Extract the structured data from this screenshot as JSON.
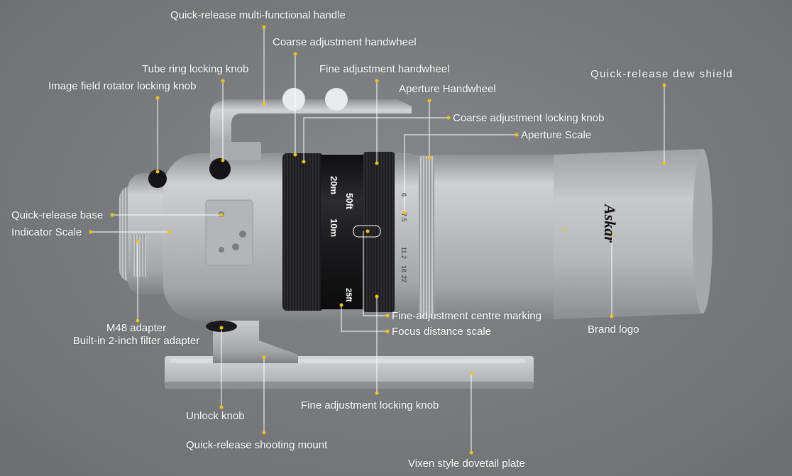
{
  "colors": {
    "background": "#7a7c80",
    "leader_dot": "#f2c21b",
    "leader_line": "#ffffff",
    "body_silver": "#b9babd",
    "ring_black": "#1c1c1e"
  },
  "product": {
    "brand_logo_text": "Askar",
    "focus_marks": [
      "20m",
      "50ft",
      "10m",
      "25ft"
    ],
    "aperture_marks": [
      "6",
      "7.5",
      "11.2",
      "16",
      "22"
    ]
  },
  "labels": {
    "handle": "Quick-release multi-functional handle",
    "coarse_handwheel": "Coarse adjustment handwheel",
    "tube_ring_knob": "Tube ring locking knob",
    "fine_handwheel": "Fine adjustment handwheel",
    "rotator_knob": "Image field rotator locking knob",
    "aperture_handwheel": "Aperture Handwheel",
    "dew_shield": "Quick-release dew shield",
    "coarse_lock_knob": "Coarse adjustment locking knob",
    "aperture_scale": "Aperture Scale",
    "qr_base": "Quick-release base",
    "indicator_scale": "Indicator Scale",
    "fine_centre_marking": "Fine-adjustment centre marking",
    "focus_scale": "Focus distance scale",
    "brand_logo": "Brand logo",
    "m48_adapter": "M48 adapter",
    "filter_adapter": "Built-in 2-inch filter adapter",
    "fine_lock_knob": "Fine adjustment locking knob",
    "unlock_knob": "Unlock knob",
    "shooting_mount": "Quick-release shooting mount",
    "dovetail": "Vixen style dovetail plate"
  }
}
